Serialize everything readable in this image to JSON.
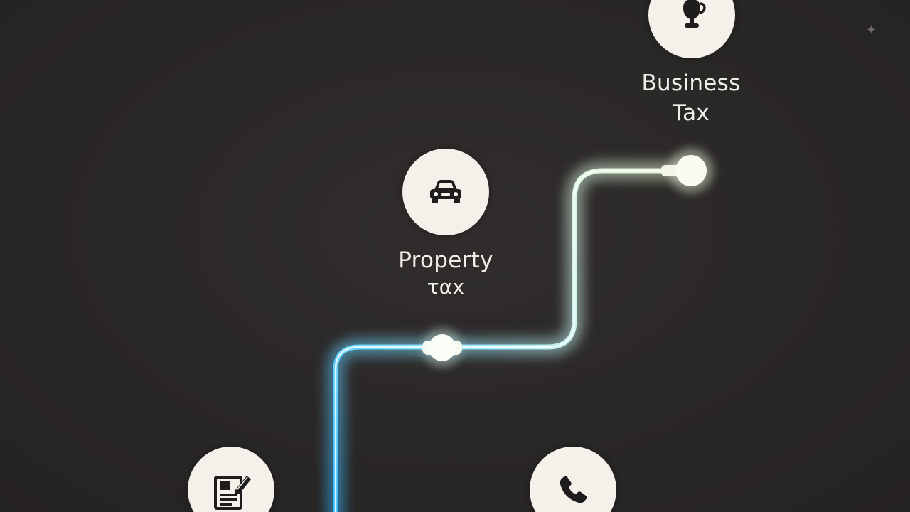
{
  "steps": [
    {
      "id": "business",
      "label_line1": "Business",
      "label_line2": "Tax",
      "icon": "trophy-icon"
    },
    {
      "id": "property",
      "label_line1": "Property",
      "label_line2": "ταx",
      "icon": "car-icon"
    },
    {
      "id": "filing",
      "icon": "document-edit-icon"
    },
    {
      "id": "contact",
      "icon": "phone-icon"
    }
  ],
  "colors": {
    "background": "#2b2828",
    "circle_fill": "#f3f1ea",
    "path_start": "#3bc6ff",
    "path_end": "#e4f7cf",
    "text": "#f2f0ea"
  }
}
